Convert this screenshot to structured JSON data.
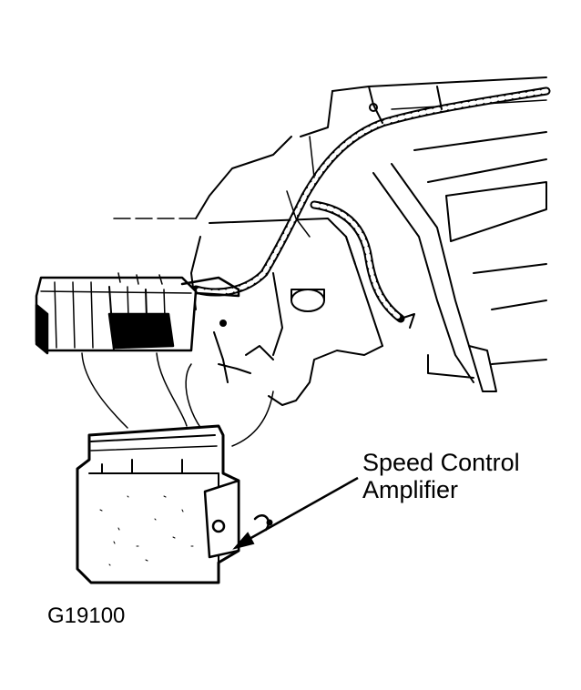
{
  "callout": {
    "line1": "Speed Control",
    "line2": "Amplifier"
  },
  "figure_id": "G19100",
  "colors": {
    "ink": "#000000",
    "paper": "#ffffff"
  }
}
